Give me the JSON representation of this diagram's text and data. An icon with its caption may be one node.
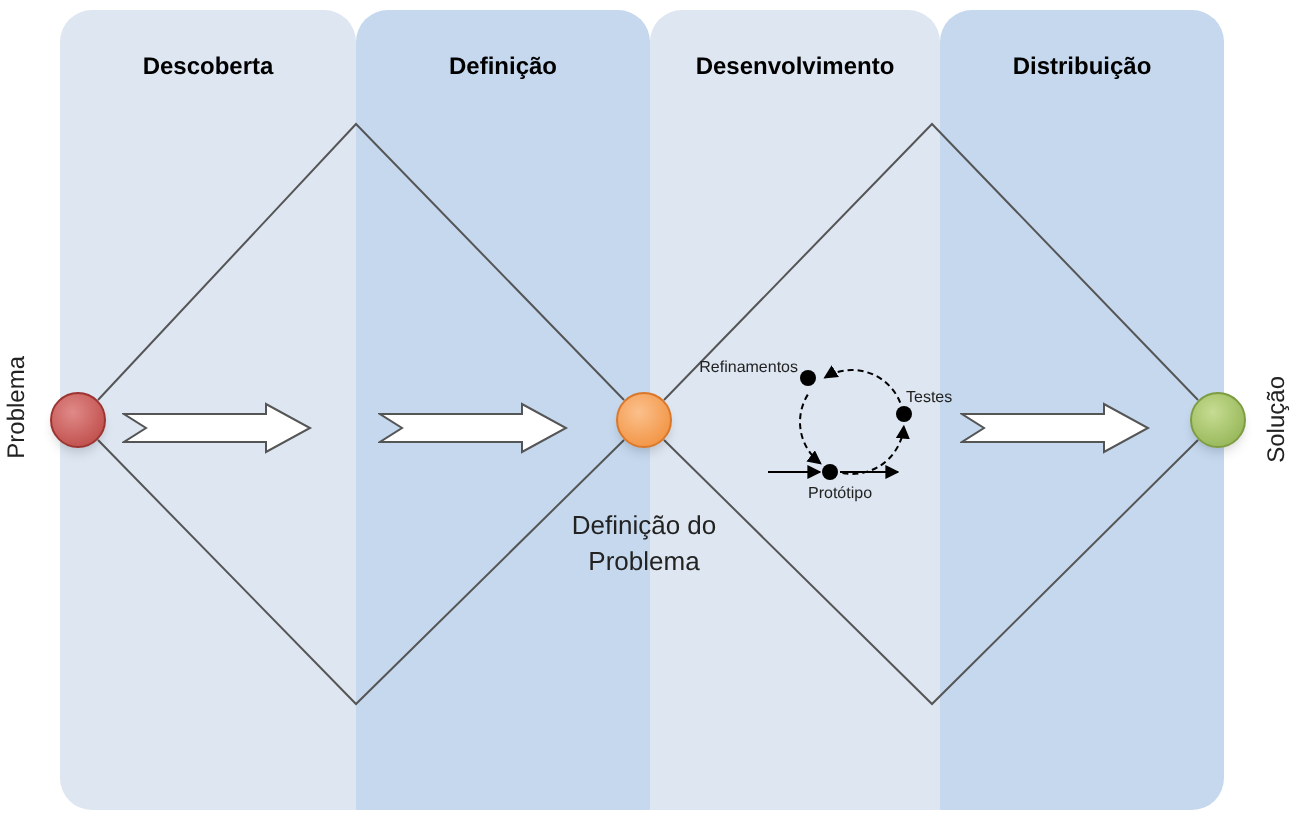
{
  "diagram": {
    "nodes": [
      {
        "text": [
          "Descoberta"
        ]
      },
      {
        "text": [
          "Definição"
        ]
      },
      {
        "text": [
          "Desenvolvimento"
        ]
      },
      {
        "text": [
          "Distribuição"
        ]
      },
      {
        "text": [],
        "shape": "circle",
        "beside": [
          "Problema"
        ]
      },
      {
        "text": [],
        "shape": "circle"
      },
      {
        "text": [],
        "shape": "circle",
        "beside": [
          "Solução"
        ]
      },
      {
        "text": [],
        "shape": "circle",
        "beside": [
          "Refinamentos"
        ],
        "in": 2
      },
      {
        "text": [],
        "shape": "circle",
        "beside": [
          "Testes"
        ],
        "in": 2
      },
      {
        "text": [],
        "shape": "circle",
        "beside": [
          "Protótipo"
        ],
        "in": 2
      }
    ],
    "edges": [
      {
        "from": 9,
        "to": 8,
        "arrow": "to",
        "style": "dashed"
      },
      {
        "from": 8,
        "to": 7,
        "arrow": "to",
        "style": "dashed"
      },
      {
        "from": 7,
        "to": 9,
        "arrow": "to",
        "style": "dashed"
      },
      {
        "from": null,
        "to": 9,
        "arrow": "to"
      },
      {
        "from": 9,
        "to": null,
        "arrow": "to"
      }
    ],
    "labels": [
      "Definição do Problema"
    ]
  }
}
